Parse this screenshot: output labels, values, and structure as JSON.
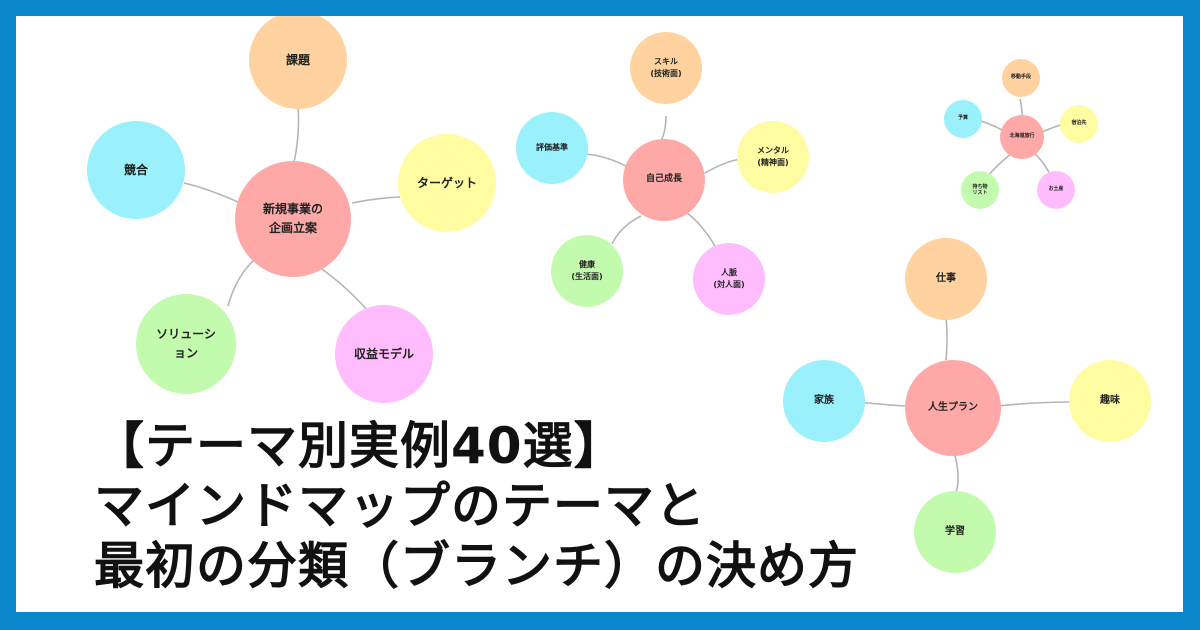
{
  "colors": {
    "border": "#0a86cc",
    "center": "#ffa8a8",
    "orange": "#ffd29f",
    "cyan": "#9af0fb",
    "yellow": "#fffca2",
    "green": "#c3fbae",
    "pink": "#ffbdfd",
    "link": "#b5b5b5"
  },
  "title": {
    "line1": "【テーマ別実例40選】",
    "line2": "マインドマップのテーマと",
    "line3": "最初の分類（ブランチ）の決め方"
  },
  "maps": {
    "business": {
      "center": "新規事業の\n企画立案",
      "branches": {
        "issue": "課題",
        "target": "ターゲット",
        "revenue": "収益モデル",
        "solution": "ソリューシ\nョン",
        "competition": "競合"
      }
    },
    "growth": {
      "center": "自己成長",
      "branches": {
        "skill": "スキル\n(技術面)",
        "mental": "メンタル\n(精神面)",
        "relations": "人脈\n(対人面)",
        "health": "健康\n(生活面)",
        "criteria": "評価基準"
      }
    },
    "trip": {
      "center": "北海道旅行",
      "branches": {
        "transport": "移動手段",
        "stay": "宿泊先",
        "souvenir": "お土産",
        "items": "持ち物\nリスト",
        "budget": "予算"
      }
    },
    "life": {
      "center": "人生プラン",
      "branches": {
        "work": "仕事",
        "hobby": "趣味",
        "study": "学習",
        "family": "家族"
      }
    }
  }
}
